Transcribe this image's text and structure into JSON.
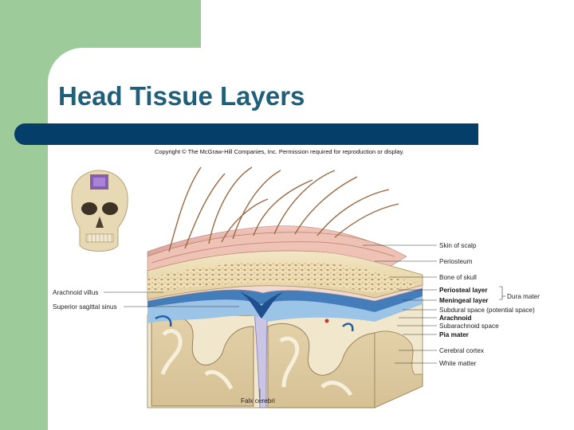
{
  "slide": {
    "title": "Head Tissue Layers",
    "copyright": "Copyright © The McGraw-Hill Companies, Inc. Permission required for reproduction or display."
  },
  "labels": {
    "right": [
      {
        "id": "skin",
        "text": "Skin of scalp"
      },
      {
        "id": "periosteum",
        "text": "Periosteum"
      },
      {
        "id": "bone",
        "text": "Bone of skull"
      },
      {
        "id": "periosteal",
        "text": "Periosteal layer"
      },
      {
        "id": "meningeal",
        "text": "Meningeal layer"
      },
      {
        "id": "subdural",
        "text": "Subdural space (potential space)"
      },
      {
        "id": "arachnoid",
        "text": "Arachnoid"
      },
      {
        "id": "subarachnoid",
        "text": "Subarachnoid space"
      },
      {
        "id": "pia",
        "text": "Pia mater"
      },
      {
        "id": "cortex",
        "text": "Cerebral cortex"
      },
      {
        "id": "white",
        "text": "White matter"
      }
    ],
    "dura": "Dura mater",
    "left": [
      {
        "id": "villus",
        "text": "Arachnoid villus"
      },
      {
        "id": "sinus",
        "text": "Superior sagittal sinus"
      }
    ],
    "bottom": "Falx cerebri"
  },
  "colors": {
    "green": "#9dcb9a",
    "title": "#1f5f7a",
    "bar": "#063e6a"
  }
}
